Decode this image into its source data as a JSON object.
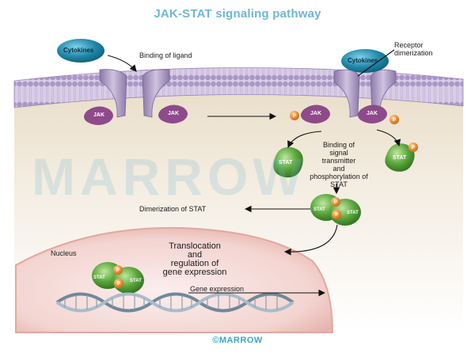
{
  "title": "JAK-STAT signaling pathway",
  "footer": "©MARROW",
  "watermark": "MARROW",
  "labels": {
    "cytokines_1": "Cytokines",
    "cytokines_2": "Cytokines",
    "binding_ligand": "Binding of ligand",
    "receptor_dimerization": "Receptor\ndimerization",
    "jak_1": "JAK",
    "jak_2": "JAK",
    "jak_3": "JAK",
    "jak_4": "JAK",
    "stat_left": "STAT",
    "stat_right": "STAT",
    "binding_signal": "Binding of\nsignal\ntransmitter\nand\nphosphorylation of\nSTAT",
    "dimer_stat_a": "STAT",
    "dimer_stat_b": "STAT",
    "dimerization_stat": "Dimerization of STAT",
    "nucleus": "Nucleus",
    "translocation": "Translocation\nand\nregulation of\ngene expression",
    "nuc_stat_a": "STAT",
    "nuc_stat_b": "STAT",
    "gene_expression": "Gene expression",
    "p": "P"
  },
  "colors": {
    "title": "#6fb6d6",
    "cytokine": "#1f86a8",
    "jak": "#8e4a8a",
    "receptor": "#b9a6cc",
    "stat": "#5aa53c",
    "phosphate": "#e07a22",
    "nucleus": "#f3d9d6",
    "cytoplasm": "#efe7d6"
  }
}
